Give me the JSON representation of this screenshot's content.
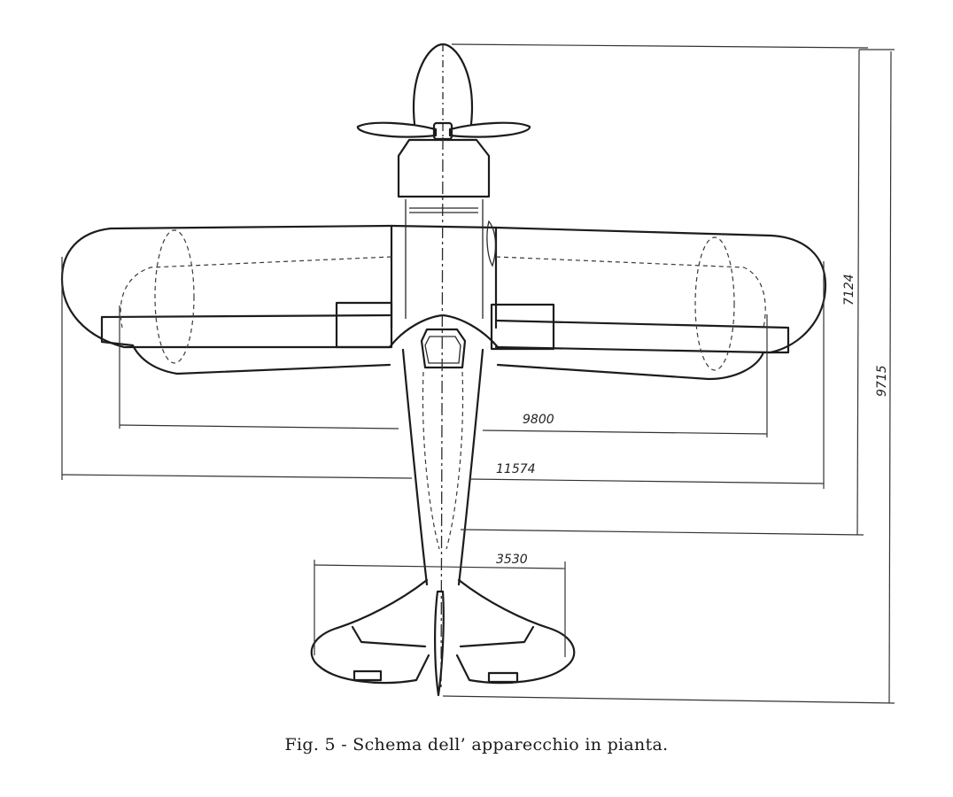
{
  "dimensions": {
    "wingspan_upper": "11574",
    "wingspan_lower": "9800",
    "tailplane_span": "3530",
    "length_to_wing_rear": "7124",
    "overall_length": "9715"
  },
  "caption": "Fig. 5 - Schema dell’ apparecchio in pianta."
}
